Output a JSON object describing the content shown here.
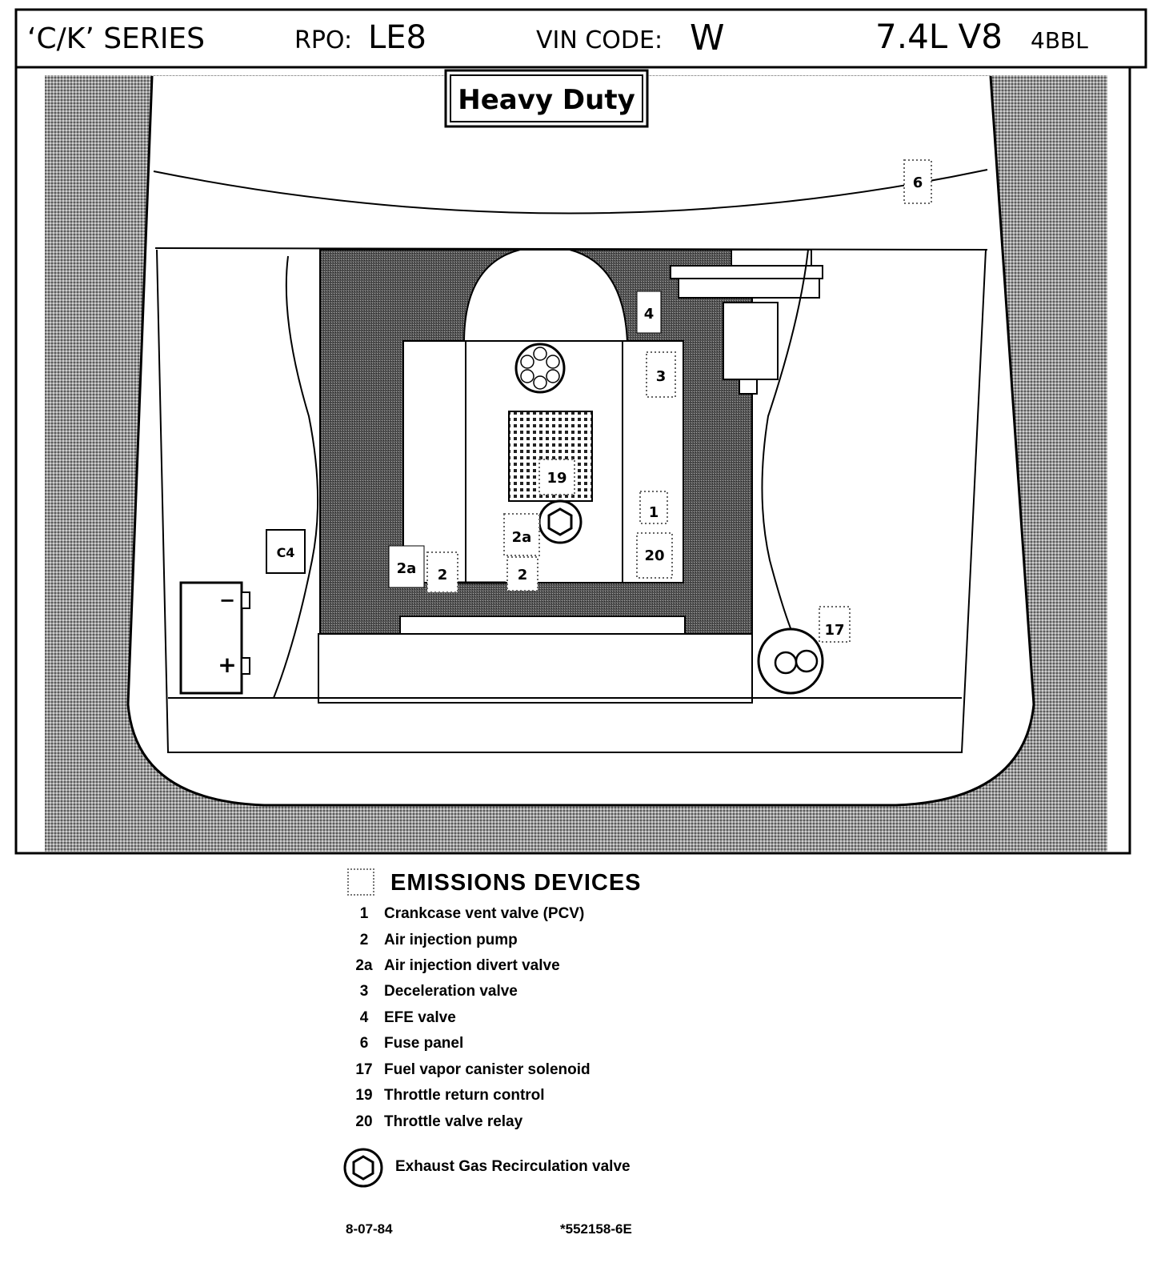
{
  "header": {
    "series": "‘C/K’ SERIES",
    "rpo_label": "RPO:",
    "rpo_value": "LE8",
    "vin_label": "VIN CODE:",
    "vin_value": "W",
    "engine": "7.4L V8",
    "carb": "4BBL"
  },
  "badge": "Heavy Duty",
  "callouts": {
    "c4": "C4",
    "fuse": "6",
    "efe": "4",
    "decel": "3",
    "throttle_return": "19",
    "pcv": "1",
    "divert_center": "2a",
    "relay": "20",
    "divert_left": "2a",
    "pump_left": "2",
    "pump_center": "2",
    "canister": "17",
    "battery_neg": "−",
    "battery_pos": "+"
  },
  "legend": {
    "title": "EMISSIONS DEVICES",
    "items": [
      {
        "num": "1",
        "label": "Crankcase vent valve (PCV)"
      },
      {
        "num": "2",
        "label": "Air injection pump"
      },
      {
        "num": "2a",
        "label": "Air injection divert valve"
      },
      {
        "num": "3",
        "label": "Deceleration valve"
      },
      {
        "num": "4",
        "label": "EFE  valve"
      },
      {
        "num": "6",
        "label": "Fuse panel"
      },
      {
        "num": "17",
        "label": "Fuel vapor canister solenoid"
      },
      {
        "num": "19",
        "label": "Throttle return control"
      },
      {
        "num": "20",
        "label": "Throttle valve relay"
      }
    ],
    "egr_label": "Exhaust Gas Recirculation valve"
  },
  "footer": {
    "date": "8-07-84",
    "part_number": "*552158-6E"
  }
}
